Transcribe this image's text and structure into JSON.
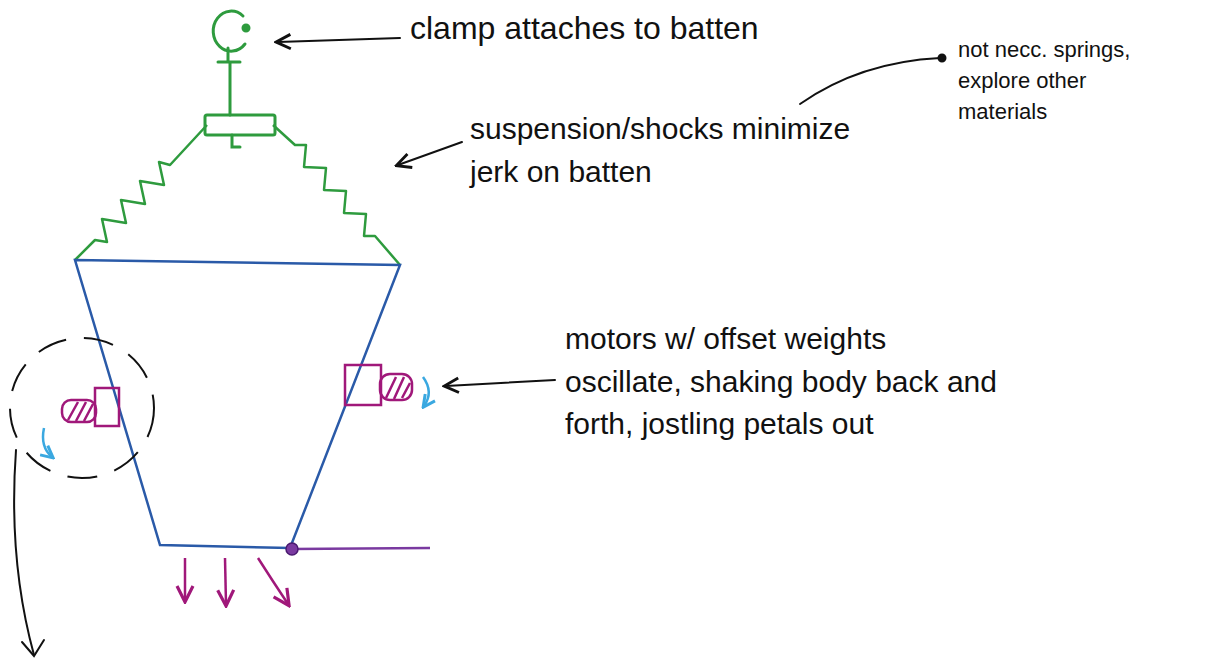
{
  "diagram": {
    "labels": [
      "clamp attaches to batten",
      "suspension/shocks minimize jerk on batten",
      "not necc. springs, explore other materials",
      "motors w/ offset weights oscillate, shaking body back and forth, jostling petals out"
    ]
  }
}
